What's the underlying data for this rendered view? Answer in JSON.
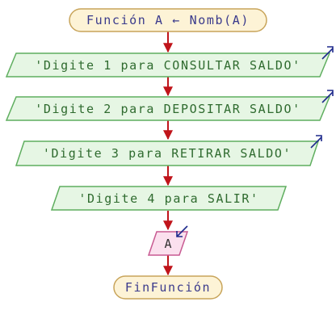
{
  "diagram": {
    "type": "flowchart",
    "colors": {
      "terminal_fill": "#fdf3d6",
      "terminal_stroke": "#c8a45a",
      "terminal_text": "#3a3a8c",
      "output_fill": "#e6f6e4",
      "output_stroke": "#5fae5f",
      "output_text": "#2f6b2f",
      "input_fill": "#fbe0ee",
      "input_stroke": "#c85a92",
      "input_text": "#333333",
      "connector": "#c0141a",
      "io_marker": "#1e2a8c"
    },
    "nodes": [
      {
        "id": "start",
        "kind": "terminal",
        "label": "Función A ← Nomb(A)"
      },
      {
        "id": "out1",
        "kind": "output",
        "label": "'Digite 1 para CONSULTAR SALDO'"
      },
      {
        "id": "out2",
        "kind": "output",
        "label": "'Digite 2 para DEPOSITAR SALDO'"
      },
      {
        "id": "out3",
        "kind": "output",
        "label": "'Digite 3 para RETIRAR SALDO'"
      },
      {
        "id": "out4",
        "kind": "output",
        "label": "'Digite 4 para SALIR'"
      },
      {
        "id": "in1",
        "kind": "input",
        "label": "A"
      },
      {
        "id": "end",
        "kind": "terminal",
        "label": "FinFunción"
      }
    ],
    "edges": [
      {
        "from": "start",
        "to": "out1"
      },
      {
        "from": "out1",
        "to": "out2"
      },
      {
        "from": "out2",
        "to": "out3"
      },
      {
        "from": "out3",
        "to": "out4"
      },
      {
        "from": "out4",
        "to": "in1"
      },
      {
        "from": "in1",
        "to": "end"
      }
    ]
  }
}
